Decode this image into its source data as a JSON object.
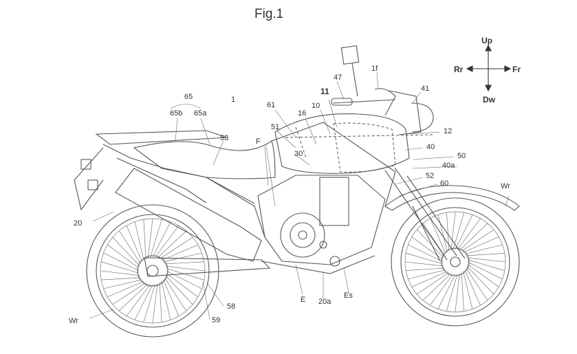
{
  "figure": {
    "title": "Fig.1"
  },
  "compass": {
    "up": "Up",
    "down": "Dw",
    "front": "Fr",
    "rear": "Rr"
  },
  "labels": {
    "l1": "1",
    "l1f": "1f",
    "l10": "10",
    "l11": "11",
    "l12": "12",
    "l16": "16",
    "l20": "20",
    "l20a": "20a",
    "l30": "30",
    "l40": "40",
    "l40a": "40a",
    "l41": "41",
    "l47": "47",
    "l50": "50",
    "l51": "51",
    "l52": "52",
    "l53": "53",
    "l58": "58",
    "l59": "59",
    "l60": "60",
    "l61": "61",
    "l65": "65",
    "l65a": "65a",
    "l65b": "65b",
    "lE": "E",
    "lEs": "Es",
    "lF": "F",
    "lWr_rear": "Wr",
    "lWr_front": "Wr"
  }
}
